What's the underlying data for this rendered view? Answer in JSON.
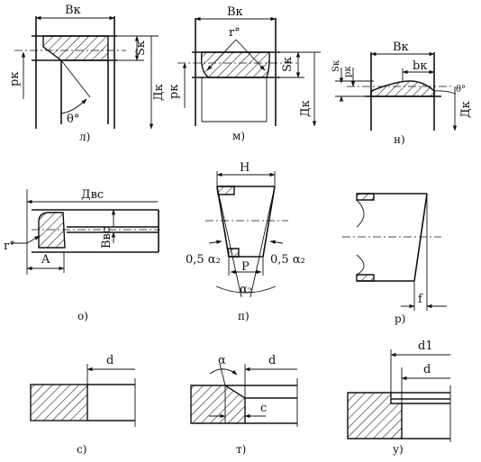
{
  "panels": {
    "l": {
      "caption": "л)",
      "labels": {
        "width": "Bк",
        "thick": "Sк",
        "pk": "pк",
        "dk": "Дк",
        "angle": "θ°"
      }
    },
    "m": {
      "caption": "м)",
      "labels": {
        "width": "Bк",
        "radius": "r°",
        "thick": "Sк",
        "pk": "pк",
        "dk": "Дк"
      }
    },
    "n": {
      "caption": "н)",
      "labels": {
        "width": "Bк",
        "bk": "bк",
        "sk": "Sк",
        "pk": "pк",
        "angle": "θ°",
        "dk": "Дк"
      }
    },
    "o": {
      "caption": "о)",
      "labels": {
        "dvs": "Двс",
        "radius": "r°",
        "bvs": "Bвс",
        "a": "A"
      }
    },
    "p": {
      "caption": "п)",
      "labels": {
        "h": "H",
        "half_left": "0,5 α₂",
        "half_right": "0,5 α₂",
        "p": "P",
        "alpha": "α₂"
      }
    },
    "r": {
      "caption": "р)",
      "labels": {
        "f": "f"
      }
    },
    "s": {
      "caption": "с)",
      "labels": {
        "d": "d"
      }
    },
    "t": {
      "caption": "т)",
      "labels": {
        "alpha": "α",
        "d": "d",
        "c": "c"
      }
    },
    "u": {
      "caption": "у)",
      "labels": {
        "d1": "d1",
        "d": "d"
      }
    }
  }
}
